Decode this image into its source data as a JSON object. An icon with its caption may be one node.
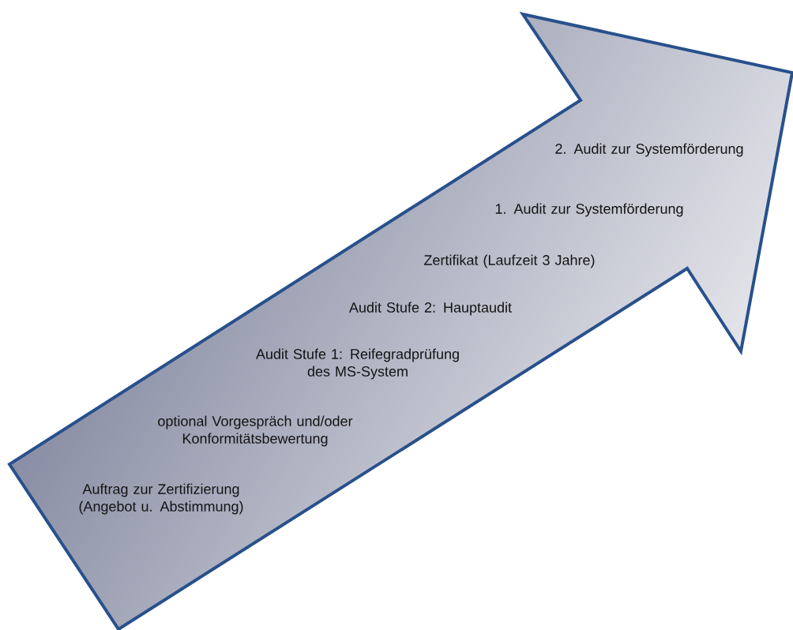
{
  "diagram": {
    "nodes": [
      {
        "text": [
          "2. Audit zur Systemförderung",
          "1. Audit zur Systemförderung",
          "Zertifikat (Laufzeit 3 Jahre)",
          "Audit Stufe 2: Hauptaudit",
          "Audit Stufe 1: Reifegradprüfung des MS-System",
          "optional Vorgespräch und/oder Konformitätsbewertung",
          "Auftrag zur Zertifizierung (Angebot u. Abstimmung)"
        ]
      }
    ]
  }
}
